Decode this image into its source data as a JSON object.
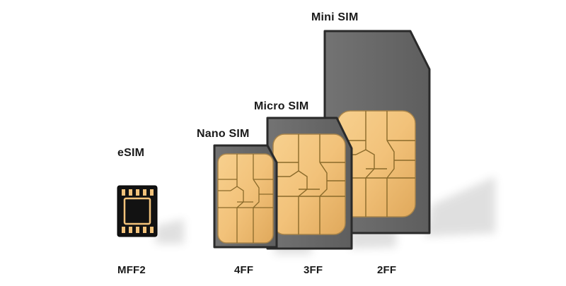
{
  "cards": [
    {
      "name": "eSIM",
      "code": "MFF2"
    },
    {
      "name": "Nano SIM",
      "code": "4FF"
    },
    {
      "name": "Micro SIM",
      "code": "3FF"
    },
    {
      "name": "Mini SIM",
      "code": "2FF"
    }
  ],
  "colors": {
    "sim_body": "#6a6a6a",
    "sim_outline": "#2a2a2a",
    "chip_gold": "#f2c27a",
    "chip_line": "#8a6a2a",
    "esim_body": "#121212",
    "label_text": "#1a1a1a"
  }
}
